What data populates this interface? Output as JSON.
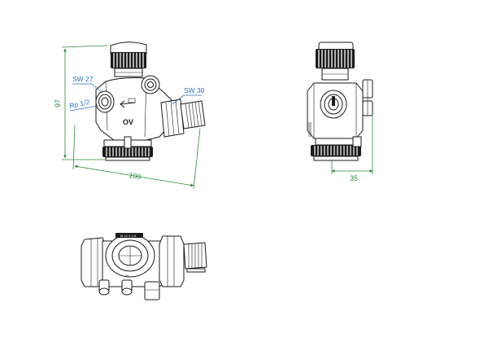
{
  "labels": {
    "sw27": "SW 27",
    "sw30": "SW 30",
    "thread": "Rp 1/2",
    "height": "97",
    "length": "100",
    "depth": "35",
    "body_mark": "OV"
  },
  "colors": {
    "outline": "#1a1a1a",
    "dimension": "#2e8b3a",
    "label": "#2f6fc0"
  }
}
